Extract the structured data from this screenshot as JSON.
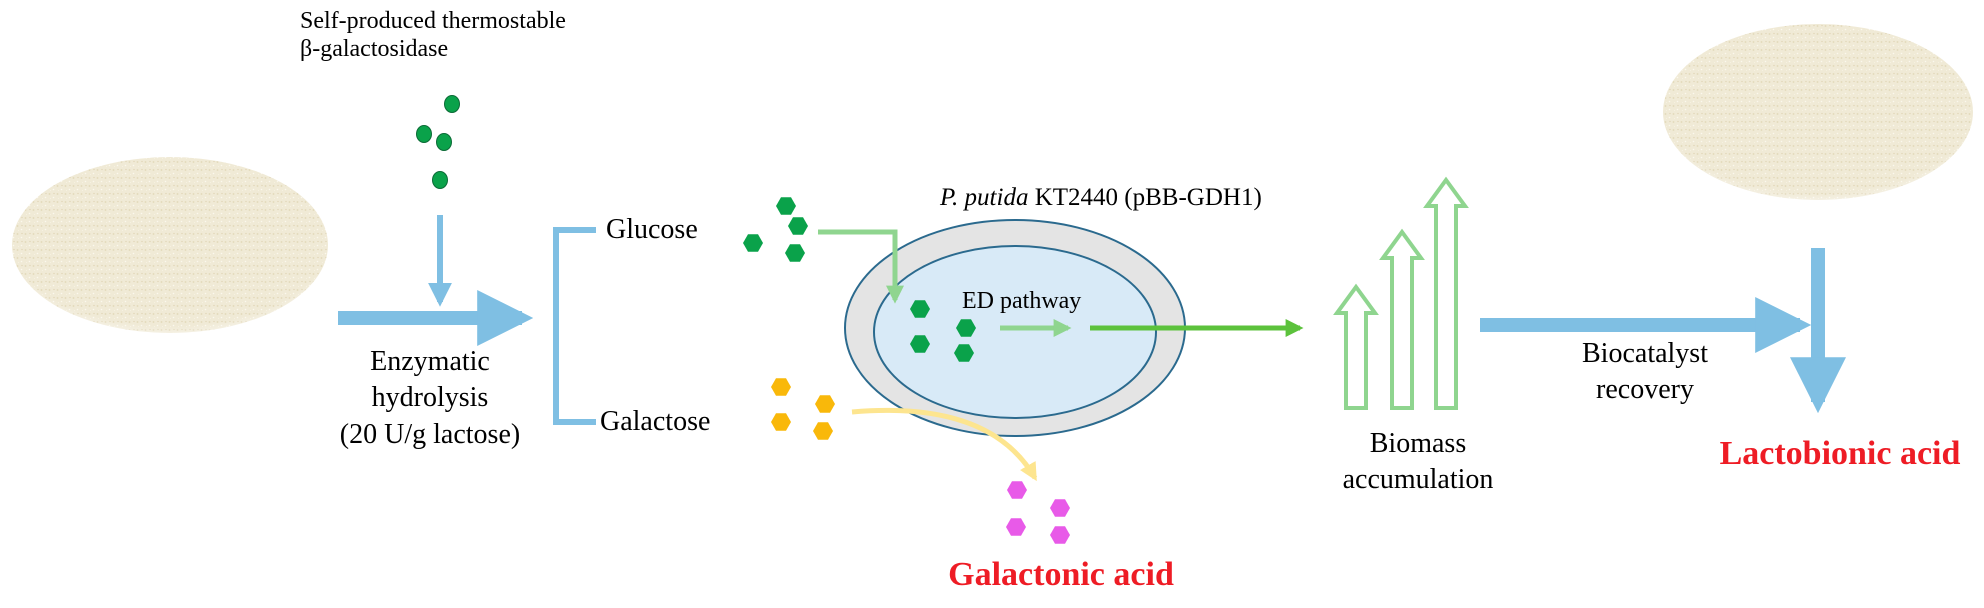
{
  "labels": {
    "enzyme_line1": "Self-produced thermostable",
    "enzyme_line2": "β-galactosidase",
    "hydrolysis_line1": "Enzymatic",
    "hydrolysis_line2": "hydrolysis",
    "hydrolysis_line3": "(20 U/g lactose)",
    "glucose": "Glucose",
    "galactose": "Galactose",
    "strain_italic": "P. putida",
    "strain_rest": "KT2440 (pBB-GDH1)",
    "ed_pathway": "ED pathway",
    "galactonic_acid": "Galactonic acid",
    "biomass_line1": "Biomass",
    "biomass_line2": "accumulation",
    "recovery_line1": "Biocatalyst",
    "recovery_line2": "recovery",
    "lactobionic_acid": "Lactobionic acid"
  },
  "colors": {
    "process_arrow": "#7fbfe3",
    "glucose": "#0aa24a",
    "galactose": "#f9b80a",
    "galactonic_acid": "#e85ae8",
    "product_text": "#ee1c25",
    "biomass_arrow": "#8fd58f",
    "cell_membrane": "#2b6a8e",
    "cytoplasm": "#d8eaf7",
    "cell_wall": "#e4e4e4"
  },
  "icons": {
    "enzyme": "green-dot",
    "sugar": "hexagon",
    "biomass": "up-arrow-outline"
  }
}
